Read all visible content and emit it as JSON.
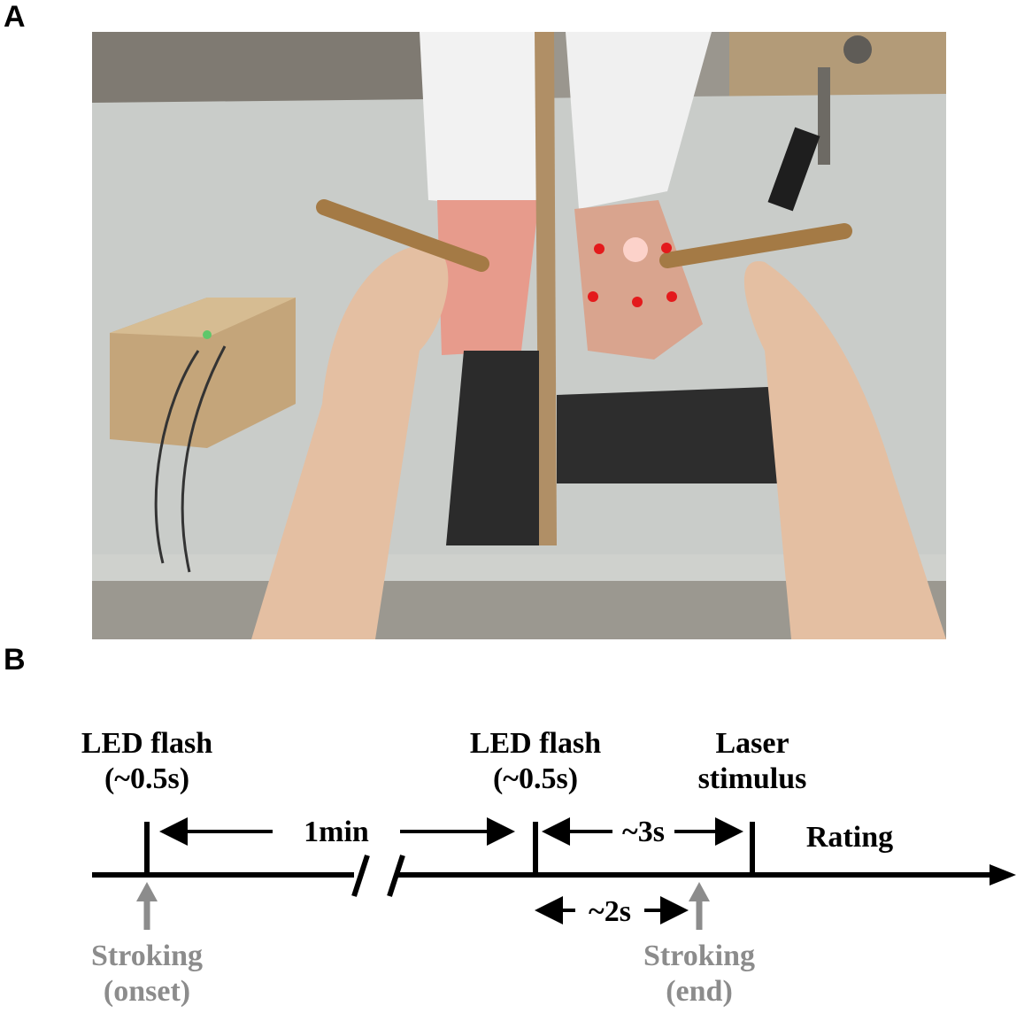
{
  "panels": {
    "a": "A",
    "b": "B"
  },
  "timeline": {
    "led_flash_1": {
      "line1": "LED flash",
      "line2": "(~0.5s)"
    },
    "led_flash_2": {
      "line1": "LED flash",
      "line2": "(~0.5s)"
    },
    "laser": {
      "line1": "Laser",
      "line2": "stimulus"
    },
    "interval_1": "1min",
    "interval_2": "~3s",
    "interval_3": "~2s",
    "rating": "Rating",
    "stroke_onset": {
      "line1": "Stroking",
      "line2": "(onset)"
    },
    "stroke_end": {
      "line1": "Stroking",
      "line2": "(end)"
    }
  },
  "colors": {
    "timeline": "#000000",
    "stroking": "#8c8c8c",
    "marker_dots": "#e41a1c",
    "cardboard": "#b79a72",
    "table": "#c9ccc9"
  }
}
